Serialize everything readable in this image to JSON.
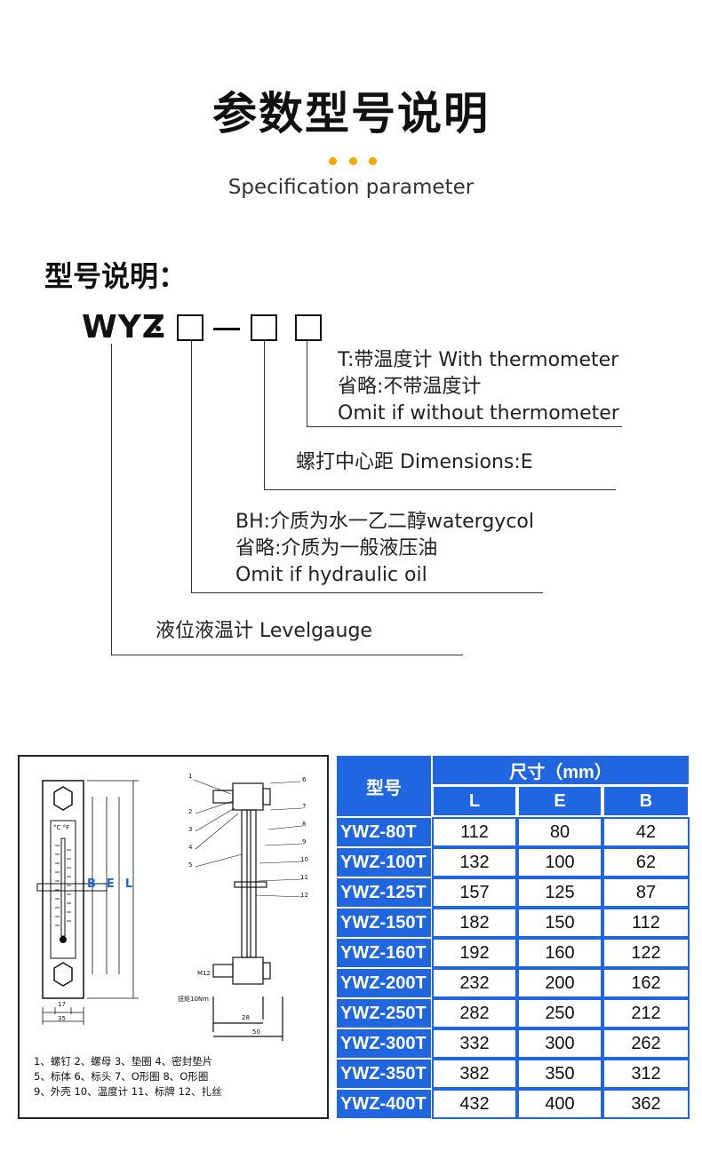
{
  "header": {
    "title_cn": "参数型号说明",
    "subtitle_en": "Specification parameter"
  },
  "model_section": {
    "title": "型号说明：",
    "code_prefix": "WYZ",
    "descriptions": {
      "thermometer": [
        "T:带温度计 With thermometer",
        "省略:不带温度计",
        "Omit if without thermometer"
      ],
      "dimension": [
        "螺打中心距 Dimensions:E"
      ],
      "medium": [
        "BH:介质为水一乙二醇watergycol",
        "省略:介质为一般液压油",
        "Omit if hydraulic oil"
      ],
      "type": [
        "液位液温计 Levelgauge"
      ]
    }
  },
  "drawing": {
    "left_letters": [
      "B",
      "E",
      "L"
    ],
    "left_dims": [
      "17",
      "35"
    ],
    "right_dims": [
      "28",
      "50"
    ],
    "part_numbers": [
      "1",
      "2",
      "3",
      "4",
      "5",
      "6",
      "7",
      "8",
      "9",
      "10",
      "11",
      "12"
    ],
    "torque_note": "扭矩10Nm",
    "thread_note": "M12",
    "thermo_scale": "°C °F",
    "legend": [
      "1、螺钉  2、螺母  3、垫圈  4、密封垫片",
      "5、标体  6、标头   7、O形圈  8、O形圈",
      "9、外壳  10、温度计  11、标牌  12、扎丝"
    ]
  },
  "table": {
    "header_model": "型号",
    "header_size": "尺寸（mm）",
    "columns": [
      "L",
      "E",
      "B"
    ],
    "rows": [
      {
        "model": "YWZ-80T",
        "L": "112",
        "E": "80",
        "B": "42"
      },
      {
        "model": "YWZ-100T",
        "L": "132",
        "E": "100",
        "B": "62"
      },
      {
        "model": "YWZ-125T",
        "L": "157",
        "E": "125",
        "B": "87"
      },
      {
        "model": "YWZ-150T",
        "L": "182",
        "E": "150",
        "B": "112"
      },
      {
        "model": "YWZ-160T",
        "L": "192",
        "E": "160",
        "B": "122"
      },
      {
        "model": "YWZ-200T",
        "L": "232",
        "E": "200",
        "B": "162"
      },
      {
        "model": "YWZ-250T",
        "L": "282",
        "E": "250",
        "B": "212"
      },
      {
        "model": "YWZ-300T",
        "L": "332",
        "E": "300",
        "B": "262"
      },
      {
        "model": "YWZ-350T",
        "L": "382",
        "E": "350",
        "B": "312"
      },
      {
        "model": "YWZ-400T",
        "L": "432",
        "E": "400",
        "B": "362"
      }
    ]
  },
  "colors": {
    "accent_dots": "#f5a800",
    "table_blue": "#1f66e0"
  }
}
